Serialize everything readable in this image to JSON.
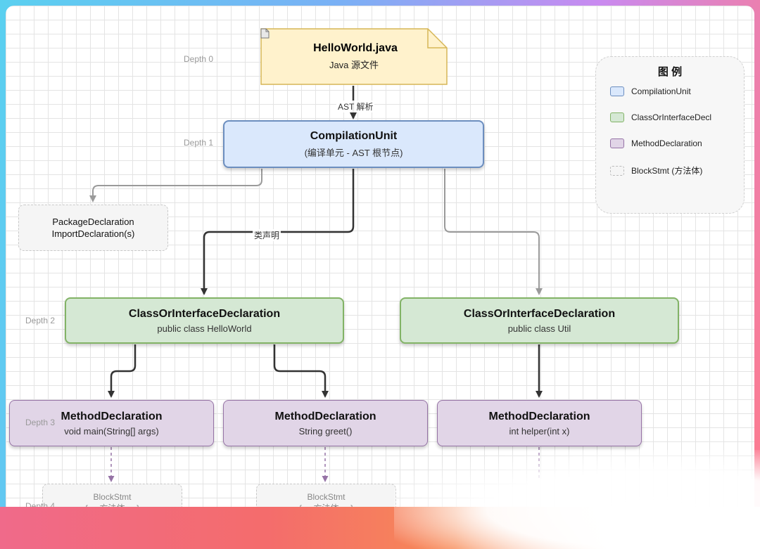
{
  "depths": [
    "Depth 0",
    "Depth 1",
    "Depth 2",
    "Depth 3",
    "Depth 4"
  ],
  "nodes": {
    "file": {
      "title": "HelloWorld.java",
      "subtitle": "Java 源文件",
      "icon": "document-icon"
    },
    "compilation_unit": {
      "title": "CompilationUnit",
      "subtitle": "(编译单元 - AST 根节点)"
    },
    "package_decl": {
      "line1": "PackageDeclaration",
      "line2": "ImportDeclaration(s)"
    },
    "class_hello": {
      "title": "ClassOrInterfaceDeclaration",
      "subtitle": "public class HelloWorld"
    },
    "class_util": {
      "title": "ClassOrInterfaceDeclaration",
      "subtitle": "public class Util"
    },
    "method_main": {
      "title": "MethodDeclaration",
      "subtitle": "void main(String[] args)"
    },
    "method_greet": {
      "title": "MethodDeclaration",
      "subtitle": "String greet()"
    },
    "method_helper": {
      "title": "MethodDeclaration",
      "subtitle": "int helper(int x)"
    },
    "block_main": {
      "line1": "BlockStmt",
      "line2": "{ ... 方法体 ... }"
    },
    "block_greet": {
      "line1": "BlockStmt",
      "line2": "{ ... 方法体 ... }"
    }
  },
  "edge_labels": {
    "ast_parse": "AST 解析",
    "class_decl": "类声明"
  },
  "legend": {
    "title": "图 例",
    "items": [
      {
        "label": "CompilationUnit",
        "color": "#dae8fc"
      },
      {
        "label": "ClassOrInterfaceDecl",
        "color": "#d5e8d4"
      },
      {
        "label": "MethodDeclaration",
        "color": "#e1d5e7"
      },
      {
        "label": "BlockStmt (方法体)",
        "color": "#f5f5f5"
      }
    ]
  },
  "colors": {
    "blue": "#6c8ebf",
    "green": "#82b366",
    "purple": "#9673a6",
    "yellow": "#fff2cc"
  }
}
